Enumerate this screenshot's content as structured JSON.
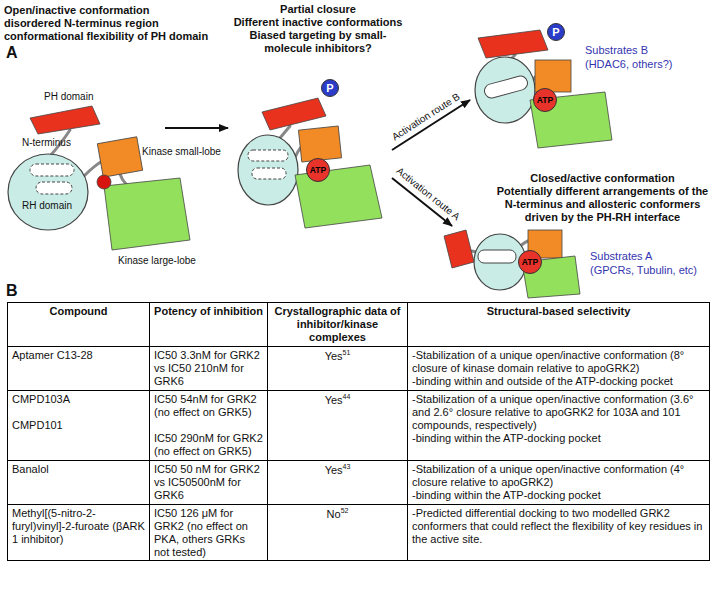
{
  "diagram": {
    "nodes": [
      {
        "text": [
          "P"
        ]
      },
      {
        "text": [
          "ATP"
        ]
      },
      {
        "text": [
          "P"
        ]
      },
      {
        "text": [
          "ATP"
        ]
      },
      {
        "text": [
          "ATP"
        ]
      }
    ],
    "labels": [
      "A",
      "Open/inactive conformation",
      "disordered N-terminus region",
      "conformational flexibility of PH domain",
      "PH domain",
      "N-terminus",
      "RH domain",
      "Kinase small-lobe",
      "Kinase large-lobe",
      "Partial closure",
      "Different inactive conformations",
      "Biased targeting by small-molecule inhibitors?",
      "Activation route B",
      "Activation route A",
      "Substrates B",
      "(HDAC6, others?)",
      "Closed/active conformation",
      "Potentially different arrangements of the N-terminus and allosteric conformers driven by the PH-RH interface",
      "Substrates A",
      "(GPCRs, Tubulin, etc)",
      "B",
      "Compound",
      "Potency of inhibition",
      "Crystallographic data of inhibitor/kinase complexes",
      "Structural-based selectivity",
      "Aptamer C13-28",
      "IC50 3.3nM for GRK2 vs IC50 210nM for GRK6",
      "Yes",
      "51",
      "-Stabilization of a unique open/inactive conformation (8° closure of kinase domain relative to apoGRK2)",
      "-binding within and outside of the ATP-docking pocket",
      "CMPD103A",
      "CMPD101",
      "IC50 54nM for GRK2 (no effect on GRK5)",
      "IC50 290nM for GRK2 (no effect on GRK5)",
      "Yes",
      "44",
      "-Stabilization of a unique open/inactive conformation (3.6° and 2.6° closure relative to apoGRK2 for 103A and 101 compounds, respectively)",
      "-binding within the ATP-docking pocket",
      "Banalol",
      "IC50 50 nM for GRK2 vs IC50500nM for GRK6",
      "Yes",
      "43",
      "-Stabilization of a unique open/inactive conformation (4° closure relative to apoGRK2)",
      "-binding within the ATP-docking pocket",
      "Methyl[(5-nitro-2-furyl)vinyl]-2-furoate (βARK 1 inhibitor)",
      "IC50 126 μM for GRK2 (no effect on PKA, others GRKs not tested)",
      "No",
      "52",
      "-Predicted differential docking to two modelled GRK2 conformers that could reflect the flexibility of key residues in the active site."
    ]
  }
}
